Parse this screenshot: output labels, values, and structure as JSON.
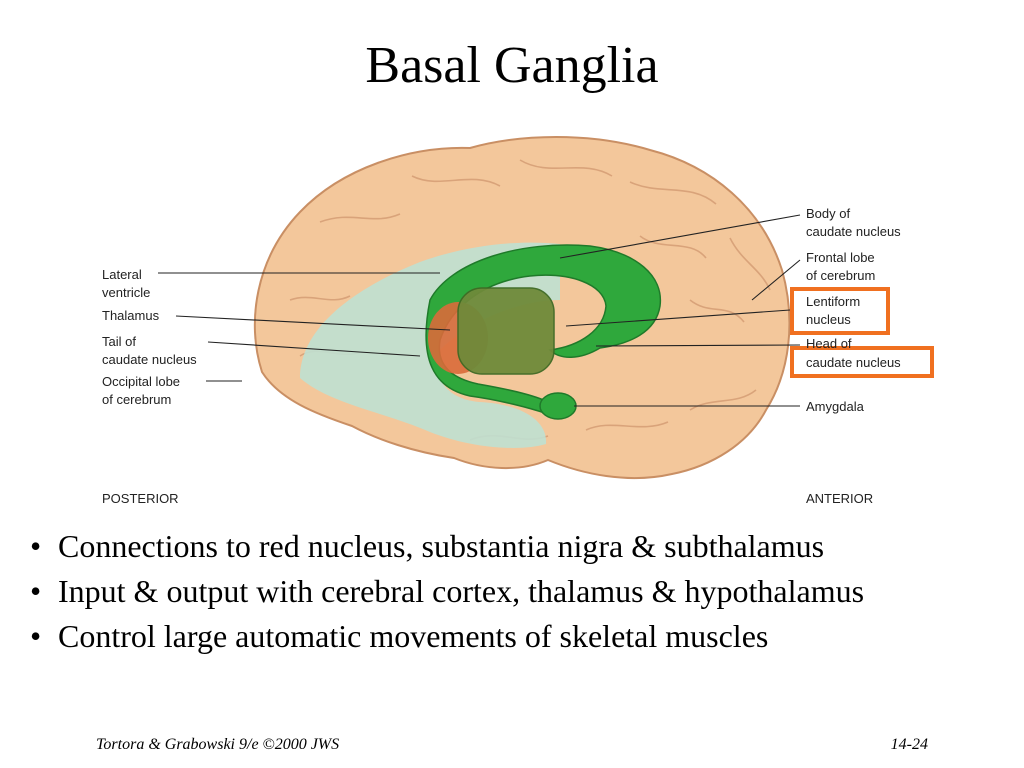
{
  "title": "Basal Ganglia",
  "figure": {
    "labels": {
      "lateral_ventricle": [
        "Lateral",
        "ventricle"
      ],
      "thalamus": [
        "Thalamus"
      ],
      "tail_caudate": [
        "Tail of",
        "caudate nucleus"
      ],
      "occipital_lobe": [
        "Occipital lobe",
        "of cerebrum"
      ],
      "body_caudate": [
        "Body of",
        "caudate nucleus"
      ],
      "frontal_lobe": [
        "Frontal lobe",
        "of cerebrum"
      ],
      "lentiform": [
        "Lentiform",
        "nucleus"
      ],
      "head_caudate": [
        "Head of",
        "caudate nucleus"
      ],
      "amygdala": [
        "Amygdala"
      ],
      "posterior": "POSTERIOR",
      "anterior": "ANTERIOR"
    },
    "colors": {
      "highlight_box": "#f07020",
      "cerebrum": "#f3c79b",
      "caudate": "#2fa83c",
      "ventricle": "#bfe0d2",
      "thalamus": "#d96a3a",
      "lentiform": "#6f8a3a"
    }
  },
  "bullets": [
    "Connections to red nucleus, substantia nigra & subthalamus",
    "Input & output with cerebral cortex, thalamus & hypothalamus",
    "Control large automatic movements of skeletal muscles"
  ],
  "footer": {
    "left": "Tortora & Grabowski 9/e ©2000 JWS",
    "right": "14-24"
  }
}
